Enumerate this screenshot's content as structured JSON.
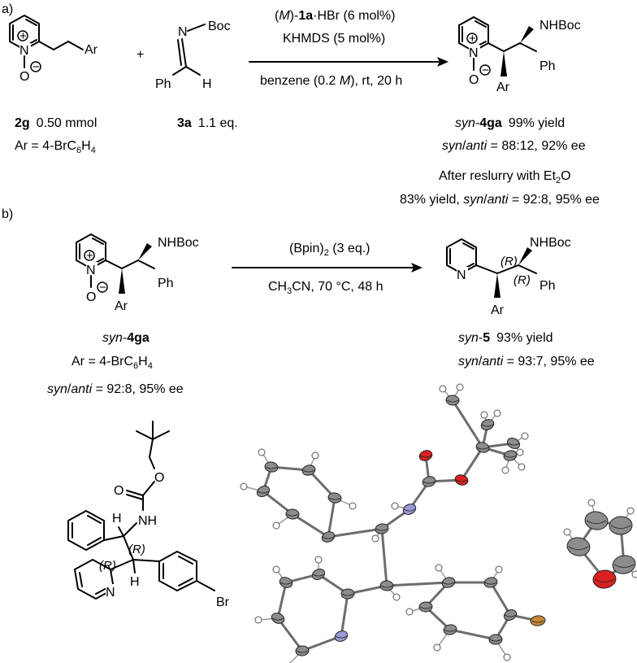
{
  "section_a": {
    "label": "a)",
    "reactant1": {
      "ar_label": "Ar",
      "plus_charge": "+",
      "n_label": "N",
      "o_label": "O",
      "minus_charge": "−",
      "compound_number": "2g",
      "amount": "0.50 mmol",
      "ar_def_prefix": "Ar = 4-BrC",
      "ar_def_sub1": "6",
      "ar_def_mid": "H",
      "ar_def_sub2": "4"
    },
    "plus_sign": "+",
    "reactant2": {
      "n_label": "N",
      "boc_label": "Boc",
      "ph_label": "Ph",
      "h_label": "H",
      "compound_number": "3a",
      "amount": "1.1 eq."
    },
    "conditions": {
      "catalyst_pre": "(",
      "catalyst_m": "M",
      "catalyst_mid": ")-",
      "catalyst_bold": "1a",
      "catalyst_post": "·HBr (6 mol%)",
      "base": "KHMDS (5 mol%)",
      "solvent_pre": "benzene (0.2 ",
      "solvent_m": "M",
      "solvent_post": "), rt, 20 h"
    },
    "product": {
      "nhboc_label": "NHBoc",
      "ph_label": "Ph",
      "ar_label": "Ar",
      "plus_charge": "+",
      "n_label": "N",
      "o_label": "O",
      "minus_charge": "−",
      "name_italic": "syn",
      "name_dash": "-",
      "name_bold": "4ga",
      "yield": "99% yield",
      "ratio_syn": "syn",
      "ratio_slash": "/",
      "ratio_anti": "anti",
      "ratio_value": " = 88:12, 92% ee",
      "reslurry_pre": "After reslurry with Et",
      "reslurry_sub": "2",
      "reslurry_post": "O",
      "after_yield": "83% yield, ",
      "after_syn": "syn",
      "after_slash": "/",
      "after_anti": "anti",
      "after_value": " = 92:8, 95% ee"
    }
  },
  "section_b": {
    "label": "b)",
    "reactant": {
      "nhboc_label": "NHBoc",
      "ph_label": "Ph",
      "ar_label": "Ar",
      "plus_charge": "+",
      "n_label": "N",
      "o_label": "O",
      "minus_charge": "−",
      "name_italic": "syn",
      "name_dash": "-",
      "name_bold": "4ga",
      "ar_def_prefix": "Ar = 4-BrC",
      "ar_def_sub1": "6",
      "ar_def_mid": "H",
      "ar_def_sub2": "4",
      "ratio_syn": "syn",
      "ratio_slash": "/",
      "ratio_anti": "anti",
      "ratio_value": " = 92:8, 95% ee"
    },
    "conditions": {
      "reagent_pre": "(Bpin)",
      "reagent_sub": "2",
      "reagent_post": " (3 eq.)",
      "solvent_pre": "CH",
      "solvent_sub": "3",
      "solvent_post": "CN, 70 °C, 48 h"
    },
    "product": {
      "nhboc_label": "NHBoc",
      "ph_label": "Ph",
      "ar_label": "Ar",
      "n_label": "N",
      "stereo1": "(R)",
      "stereo2": "(R)",
      "name_italic": "syn",
      "name_dash": "-",
      "name_bold": "5",
      "yield": "93% yield",
      "ratio_syn": "syn",
      "ratio_slash": "/",
      "ratio_anti": "anti",
      "ratio_value": " = 93:7, 95% ee"
    }
  },
  "structure_c": {
    "o_upper": "O",
    "o_carbonyl": "O",
    "nh_label": "NH",
    "h_upper": "H",
    "h_lower": "H",
    "stereo_upper": "(R)",
    "stereo_lower": "(R)",
    "n_label": "N",
    "br_label": "Br"
  },
  "crystal_colors": {
    "carbon": "#8c8c8c",
    "hydrogen": "#ffffff",
    "nitrogen": "#9a9ad8",
    "oxygen": "#d92020",
    "bromine": "#c8883a"
  }
}
